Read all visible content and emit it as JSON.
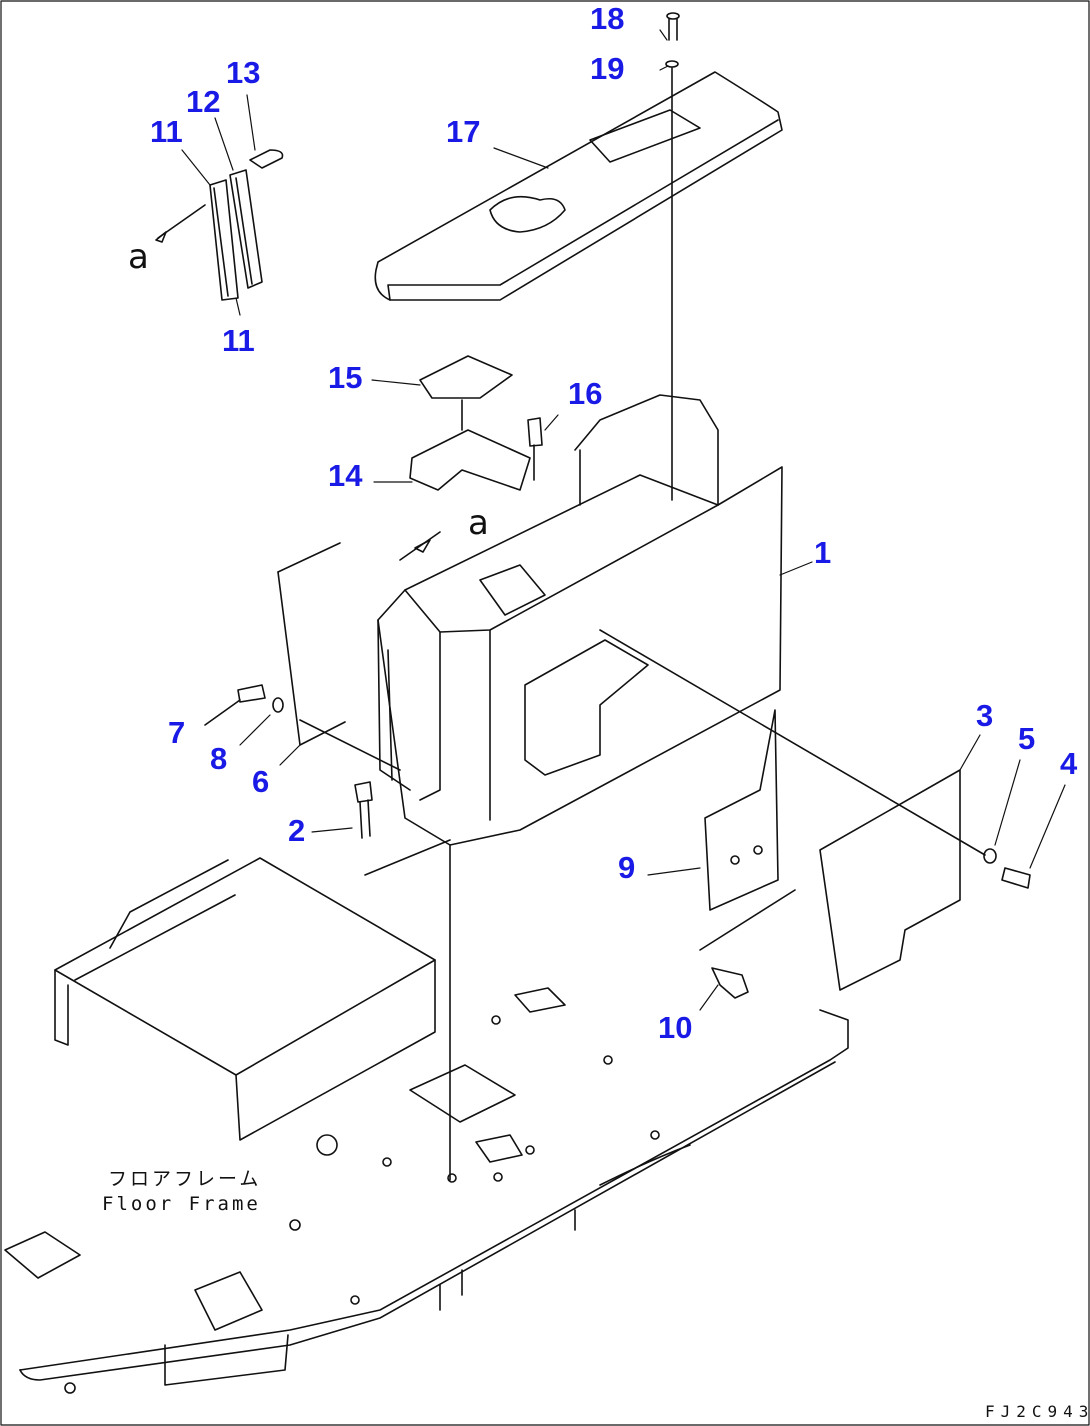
{
  "callouts": {
    "c1": "1",
    "c2": "2",
    "c3": "3",
    "c4": "4",
    "c5": "5",
    "c6": "6",
    "c7": "7",
    "c8": "8",
    "c9": "9",
    "c10": "10",
    "c11a": "11",
    "c11b": "11",
    "c12": "12",
    "c13": "13",
    "c14": "14",
    "c15": "15",
    "c16": "16",
    "c17": "17",
    "c18": "18",
    "c19": "19"
  },
  "reference_marks": {
    "a1": "a",
    "a2": "a"
  },
  "floor_frame": {
    "jp": "フロアフレーム",
    "en": "Floor Frame"
  },
  "drawing_code": "FJ2C943",
  "colors": {
    "callout": "#1a1ae6",
    "line": "#111111",
    "background": "#ffffff"
  }
}
